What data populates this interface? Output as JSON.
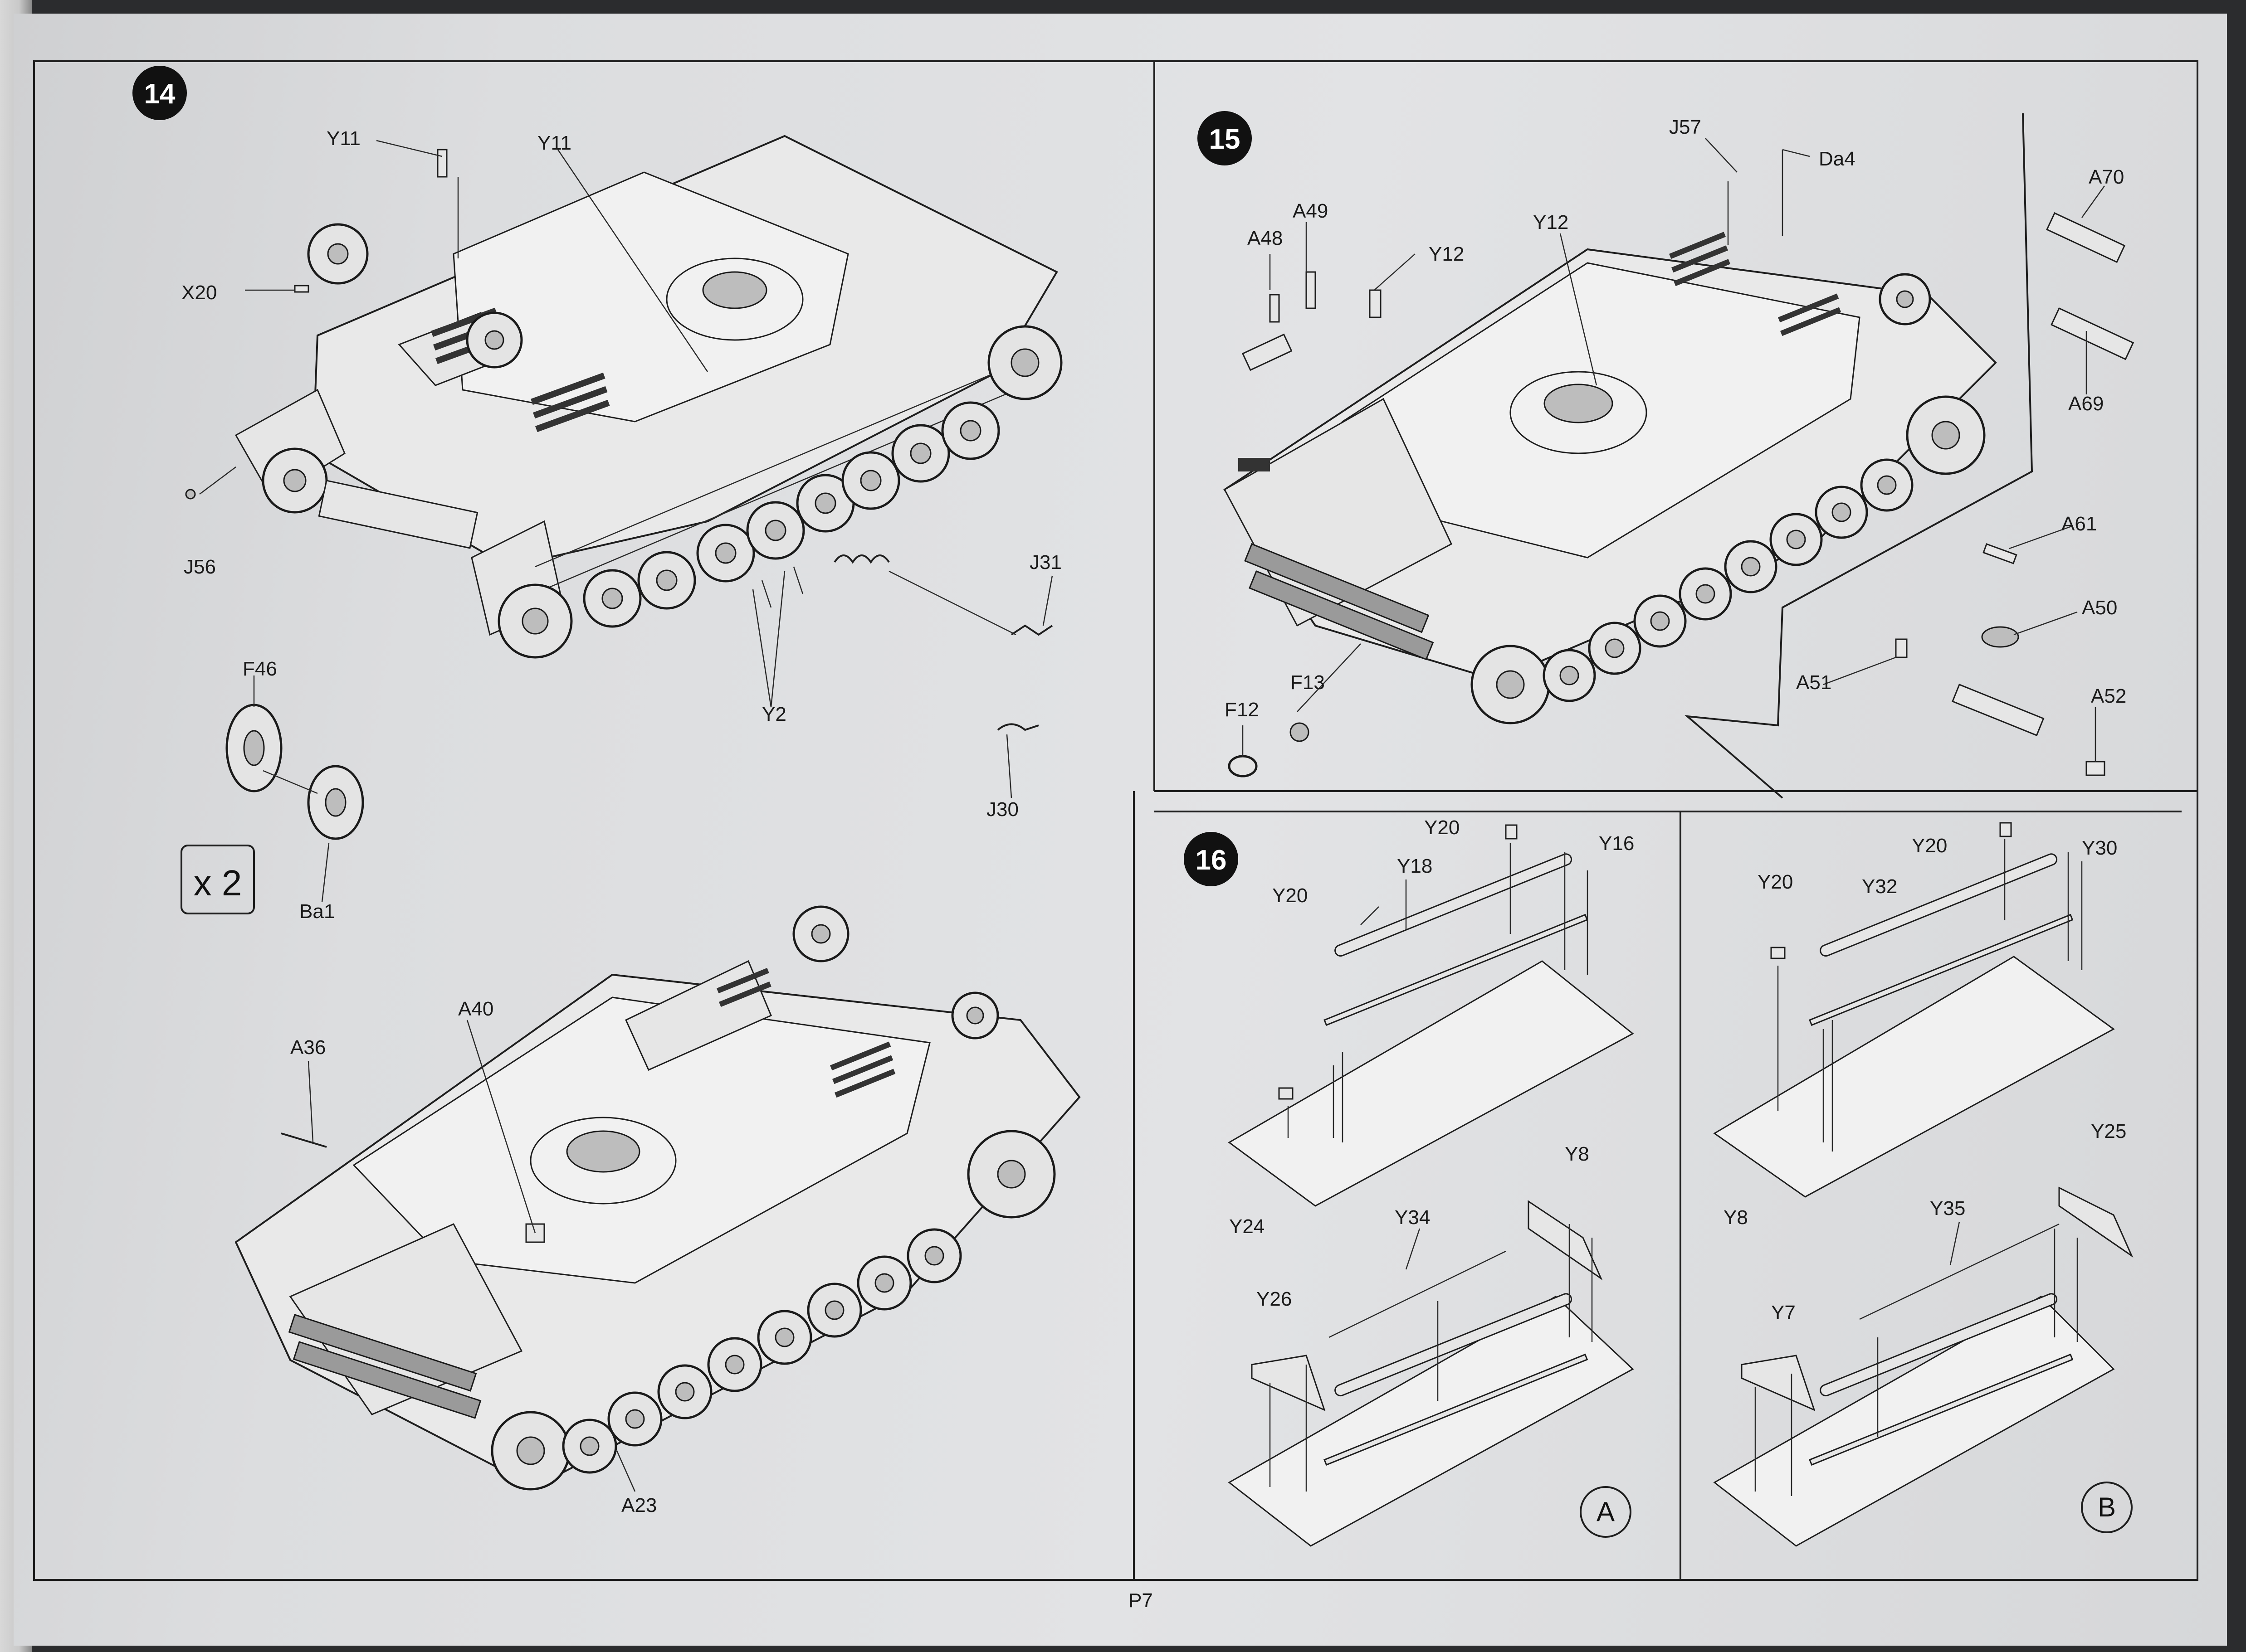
{
  "page": {
    "number": "P7"
  },
  "steps": [
    {
      "id": "14",
      "labels": [
        "Y11",
        "Y11",
        "X20",
        "J56",
        "J31",
        "Y2",
        "J30",
        "F46",
        "Ba1",
        "A40",
        "A36",
        "A23"
      ],
      "multiplier": "x 2"
    },
    {
      "id": "15",
      "labels": [
        "J57",
        "Da4",
        "A49",
        "A48",
        "Y12",
        "Y12",
        "A70",
        "A69",
        "A61",
        "A50",
        "A51",
        "A52",
        "F13",
        "F12"
      ]
    },
    {
      "id": "16",
      "labels": [
        "Y20",
        "Y18",
        "Y16",
        "Y20",
        "Y24",
        "Y8",
        "Y34",
        "Y26",
        "Y20",
        "Y32",
        "Y30",
        "Y20",
        "Y8",
        "Y25",
        "Y35",
        "Y7"
      ],
      "variants": [
        "A",
        "B"
      ]
    }
  ]
}
